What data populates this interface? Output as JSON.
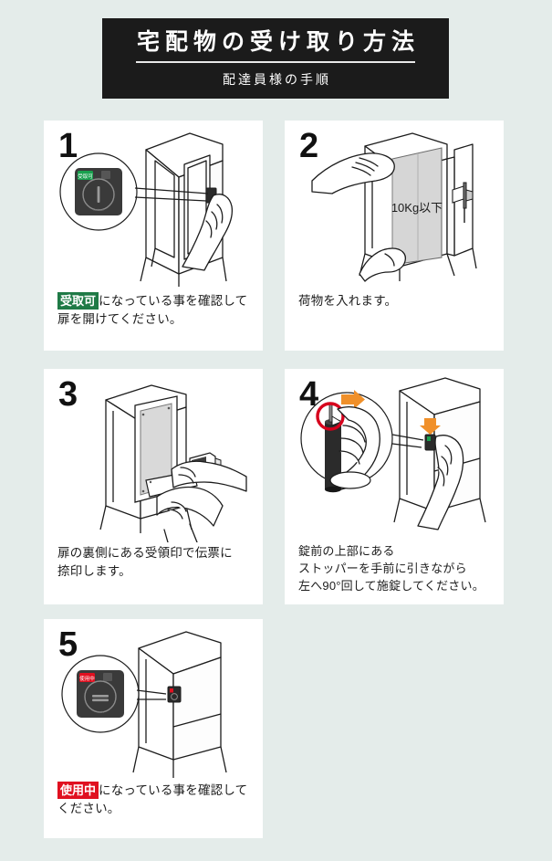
{
  "page": {
    "background_color": "#e4ecea",
    "card_background": "#ffffff"
  },
  "header": {
    "title": "宅配物の受け取り方法",
    "subtitle": "配達員様の手順",
    "background_color": "#1b1b1b",
    "text_color": "#ffffff"
  },
  "steps": [
    {
      "number": "1",
      "badge": {
        "text": "受取可",
        "color": "#1f7a46"
      },
      "caption_line1_after_badge": "になっている事を確認して",
      "caption_line2": "扉を開けてください。",
      "illustration": "delivery-box-door-open-with-hand-and-lock-callout",
      "lock_state": "unlocked-vertical-slot"
    },
    {
      "number": "2",
      "package_label": "10Kg以下",
      "caption_line1": "荷物を入れます。",
      "illustration": "hands-placing-package-into-box",
      "lock_state": "door-latch-handle"
    },
    {
      "number": "3",
      "caption_line1": "扉の裏側にある受領印で伝票に",
      "caption_line2": "捺印します。",
      "illustration": "hand-stamping-delivery-slip-on-inner-door-seal"
    },
    {
      "number": "4",
      "caption_line1": "錠前の上部にある",
      "caption_line2": "ストッパーを手前に引きながら",
      "caption_line3": "左へ90°回して施錠してください。",
      "illustration": "hand-pulling-stopper-and-turning-lock-with-red-highlight",
      "highlight_color": "#d6001c",
      "arrow_color": "#f0902a"
    },
    {
      "number": "5",
      "badge": {
        "text": "使用中",
        "color": "#e01020"
      },
      "caption_line1_after_badge": "になっている事を確認して",
      "caption_line2": "ください。",
      "illustration": "closed-delivery-box-with-lock-callout",
      "lock_state": "locked-horizontal-slot"
    }
  ]
}
